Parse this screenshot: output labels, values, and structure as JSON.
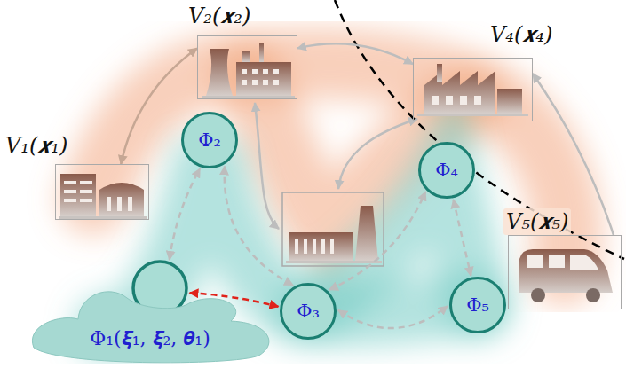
{
  "diagram": {
    "nodes": [
      {
        "text": [
          "V₁(𝒙₁)"
        ]
      },
      {
        "text": [
          "V₂(𝒙₂)"
        ]
      },
      {
        "text": [
          "V₄(𝒙₄)"
        ]
      },
      {
        "text": [
          "V₅(𝒙₅)"
        ]
      },
      {
        "text": [
          "Φ₁(𝝃₁, 𝝃₂, 𝜽₁)"
        ]
      },
      {
        "text": [
          "Φ₂"
        ]
      },
      {
        "text": [
          "Φ₃"
        ]
      },
      {
        "text": [
          "Φ₄"
        ]
      },
      {
        "text": [
          "Φ₅"
        ]
      }
    ],
    "edges": [
      {
        "from": 0,
        "to": 1,
        "arrow": "both"
      },
      {
        "from": 1,
        "to": 2,
        "arrow": "both"
      },
      {
        "from": 3,
        "to": 2,
        "arrow": "to"
      },
      {
        "from": 4,
        "to": 5,
        "arrow": "both"
      },
      {
        "from": 4,
        "to": 6,
        "arrow": "both"
      },
      {
        "from": 5,
        "to": 6,
        "arrow": "both"
      },
      {
        "from": 6,
        "to": 7,
        "arrow": "both"
      },
      {
        "from": 6,
        "to": 8,
        "arrow": "both"
      },
      {
        "from": 7,
        "to": 8,
        "arrow": "both"
      }
    ]
  }
}
